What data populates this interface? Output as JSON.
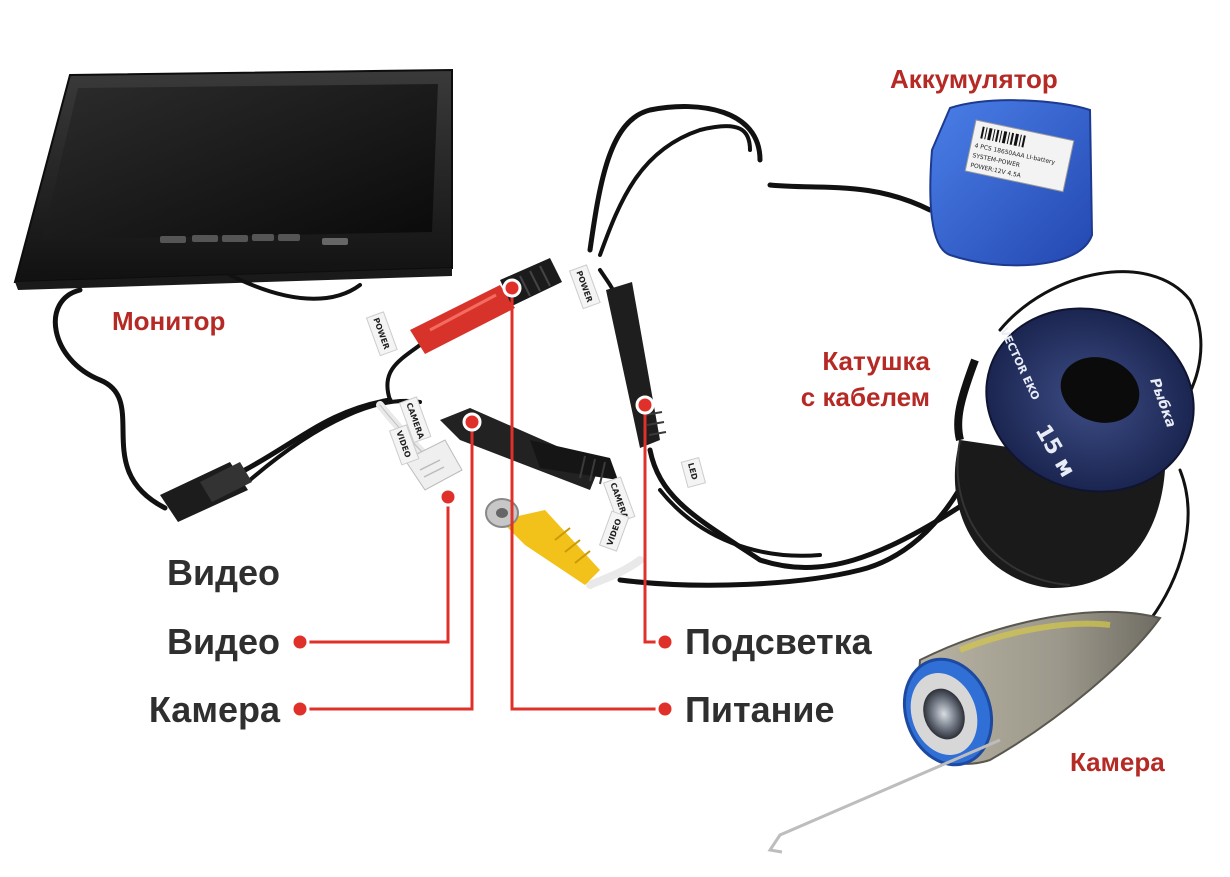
{
  "labels": {
    "monitor": "Монитор",
    "battery": "Аккумулятор",
    "reel_line1": "Катушка",
    "reel_line2": "с кабелем",
    "camera_unit": "Камера",
    "video_top": "Видео",
    "video_pointer": "Видео",
    "camera_pointer": "Камера",
    "backlight": "Подсветка",
    "power": "Питание"
  },
  "cable_tags": {
    "power_left": "POWER",
    "power_mid": "POWER",
    "camera_left": "CAMERA",
    "video_left": "VIDEO",
    "led": "LED",
    "camera_right": "CAMERA",
    "video_right": "VIDEO"
  },
  "battery_sticker": {
    "line1": "4 PCS 18650AAA LI-battery",
    "line2": "SYSTEM-POWER",
    "line3": "POWER:12V 4.5A"
  },
  "reel": {
    "brand": "VECTOR EKO",
    "length": "15 м",
    "mascot": "Рыбка"
  },
  "colors": {
    "label_red": "#b52a25",
    "label_dark": "#2f2f2f",
    "pointer_red": "#e0302a",
    "battery_blue": "#2f5fd0",
    "rca_yellow": "#f2c21b",
    "connector_red": "#d8332b"
  }
}
